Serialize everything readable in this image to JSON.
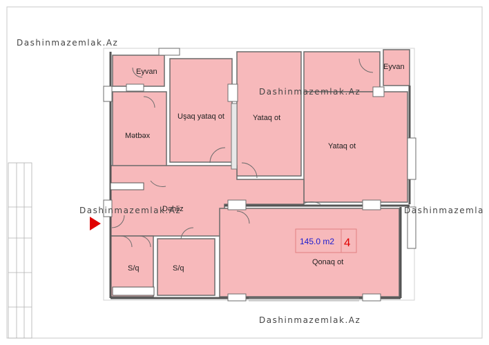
{
  "watermark": "Dashinmazemlak.Az",
  "watermark_cut": "Dashinmazemla",
  "rooms": {
    "eyvan_left": "Eyvan",
    "eyvan_right": "Eyvan",
    "metbex": "Mətbəx",
    "usaq_yataq": "Uşaq yataq ot",
    "yataq_mid": "Yataq ot",
    "yataq_right": "Yataq ot",
    "dehliz": "Dəhliz",
    "sq_1": "S/q",
    "sq_2": "S/q",
    "qonaq": "Qonaq ot"
  },
  "area": "145.0 m2",
  "apartment_number": "4",
  "colors": {
    "room_fill": "#f7b9bb",
    "wall": "#6b6b6b",
    "entrance_arrow": "#e00000",
    "area_text": "#1b1bd0",
    "number_text": "#e00000"
  },
  "icons": {
    "entrance": "red-triangle-arrow"
  }
}
